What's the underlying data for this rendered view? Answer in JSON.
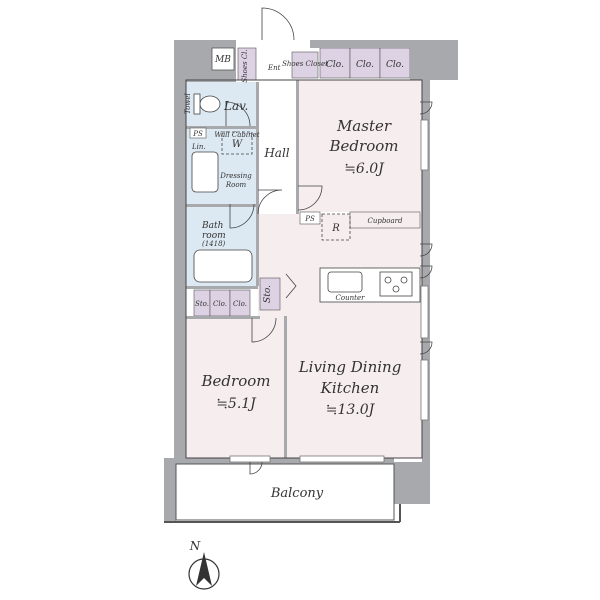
{
  "rooms": {
    "master_bedroom": {
      "name_line1": "Master",
      "name_line2": "Bedroom",
      "size": "≒6.0J"
    },
    "bedroom": {
      "name": "Bedroom",
      "size": "≒5.1J"
    },
    "ldk": {
      "name_line1": "Living Dining",
      "name_line2": "Kitchen",
      "size": "≒13.0J"
    },
    "balcony": {
      "name": "Balcony"
    },
    "hall": {
      "name": "Hall"
    },
    "lav": {
      "name": "Lav."
    },
    "dressing": {
      "name_line1": "Dressing",
      "name_line2": "Room"
    },
    "bath": {
      "name_line1": "Bath",
      "name_line2": "room",
      "size_note": "(1418)"
    }
  },
  "fixtures": {
    "mb": "MB",
    "ent": "Ent",
    "shoes_closet": "Shoes Closet",
    "shoes_cl": "Shoes Cl.",
    "master_closets": [
      "Clo.",
      "Clo.",
      "Clo."
    ],
    "bedroom_closets": [
      "Sto.",
      "Clo.",
      "Clo."
    ],
    "hall_storage": "Sto.",
    "ps_1": "PS",
    "ps_2": "PS",
    "refrigerator": "R",
    "cupboard": "Cupboard",
    "counter": "Counter",
    "washer": "W",
    "washer_note": "Wall Cabinet",
    "linen": "Lin.",
    "towel": "Towel"
  },
  "compass": {
    "north_label": "N"
  },
  "colors": {
    "wall": "#a7a9ac",
    "floor_living": "#f6edee",
    "floor_wet": "#dde9f2",
    "closet": "#dcd2e4",
    "line": "#333333"
  }
}
